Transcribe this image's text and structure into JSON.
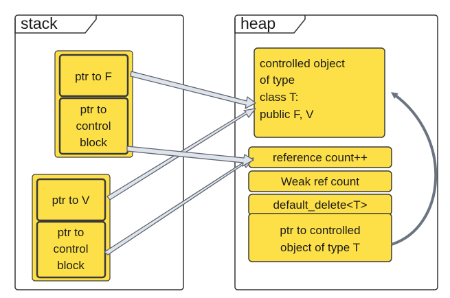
{
  "stack": {
    "title": "stack",
    "shared_ptr_f": {
      "ptr_label": "ptr to F",
      "ctrl_label": [
        "ptr to",
        "control",
        "block"
      ]
    },
    "shared_ptr_v": {
      "ptr_label": "ptr to V",
      "ctrl_label": [
        "ptr to",
        "control",
        "block"
      ]
    }
  },
  "heap": {
    "title": "heap",
    "controlled_object": [
      "controlled object",
      "of type",
      "class T:",
      "public F, V"
    ],
    "control_block": {
      "ref_count": "reference count++",
      "weak_count": "Weak ref count",
      "deleter": "default_delete<T>",
      "ptr_to_object": [
        "ptr to controlled",
        "object of type T"
      ]
    }
  },
  "colors": {
    "box_fill": "#fde047",
    "box_stroke": "#3a3a3a",
    "arrow_fill": "#dfe3ea",
    "arrow_stroke": "#5c6370",
    "curved_arrow": "#6b7480"
  }
}
